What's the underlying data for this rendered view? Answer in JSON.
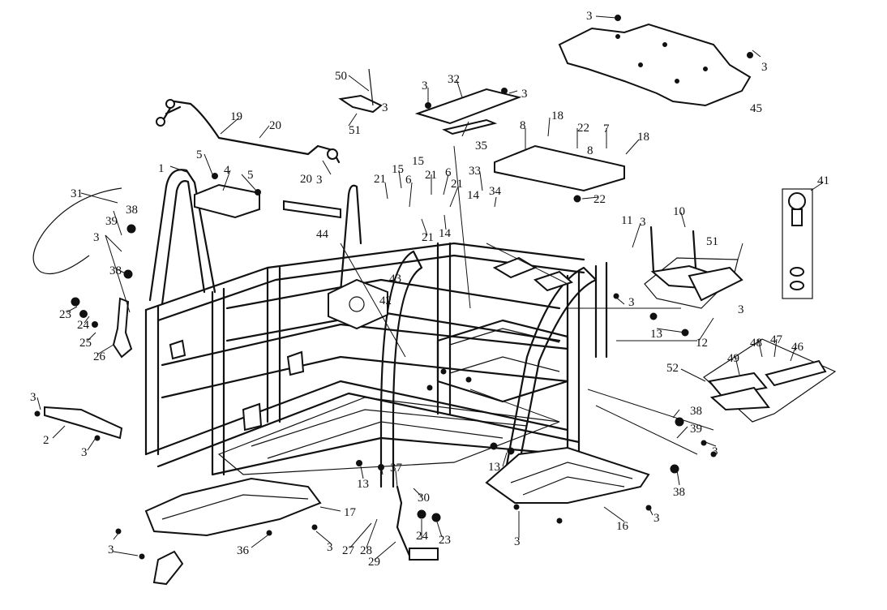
{
  "callouts": [
    "1",
    "2",
    "3",
    "4",
    "5",
    "6",
    "7",
    "8",
    "10",
    "11",
    "12",
    "13",
    "14",
    "15",
    "16",
    "17",
    "18",
    "19",
    "20",
    "21",
    "22",
    "23",
    "24",
    "25",
    "26",
    "27",
    "28",
    "29",
    "30",
    "31",
    "32",
    "33",
    "34",
    "35",
    "36",
    "37",
    "38",
    "39",
    "41",
    "42",
    "43",
    "44",
    "45",
    "46",
    "47",
    "48",
    "49",
    "50",
    "51",
    "52"
  ]
}
